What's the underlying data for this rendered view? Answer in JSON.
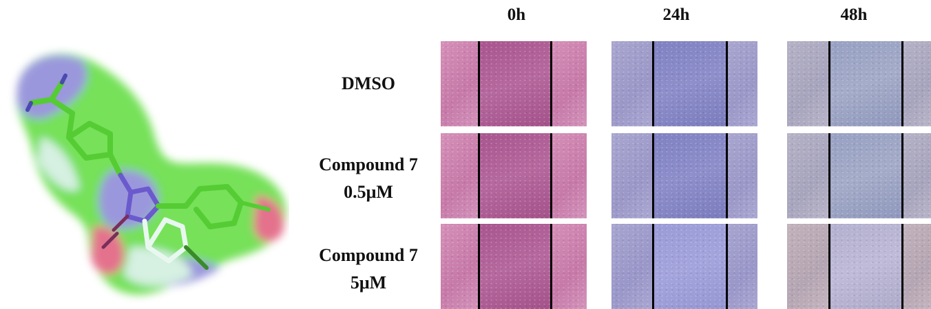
{
  "columns": [
    {
      "label": "0h"
    },
    {
      "label": "24h"
    },
    {
      "label": "48h"
    }
  ],
  "rows": [
    {
      "line1": "DMSO",
      "line2": ""
    },
    {
      "line1": "Compound 7",
      "line2": "0.5μM"
    },
    {
      "line1": "Compound 7",
      "line2": "5μM"
    }
  ],
  "colors": {
    "molecule_green": "#5fdc3c",
    "molecule_blue": "#8a86d6",
    "molecule_red": "#e05a7a",
    "stain_pink": "#c47aa8",
    "stain_blue": "#8e8fcb"
  },
  "icons": {
    "molecule": "ligand-surface-model-icon"
  }
}
